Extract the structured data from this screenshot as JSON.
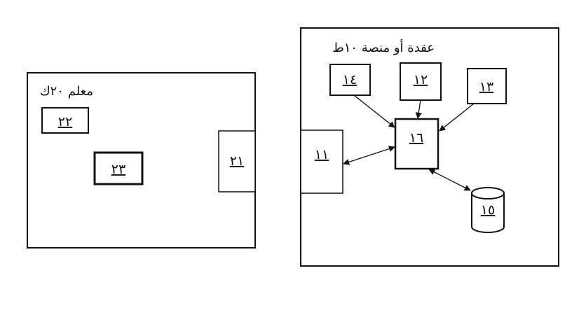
{
  "left_panel": {
    "title": "معلم ٢٠ك",
    "box_22": "٢٢",
    "box_23": "٢٣",
    "box_21": "٢١"
  },
  "right_panel": {
    "title": "عقدة أو منصة ١٠ط",
    "box_14": "١٤",
    "box_12": "١٢",
    "box_13": "١٣",
    "box_16": "١٦",
    "box_11": "١١",
    "db_15": "١٥"
  }
}
